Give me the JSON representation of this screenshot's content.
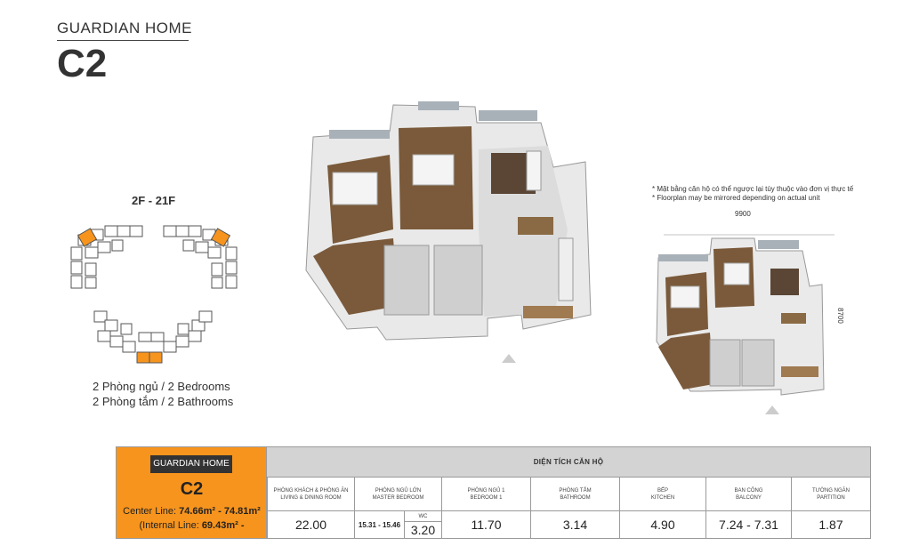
{
  "brand": {
    "name": "GUARDIAN HOME",
    "code": "C2"
  },
  "floors": "2F - 21F",
  "rooms": [
    "2 Phòng ngủ / 2 Bedrooms",
    "2 Phòng tắm / 2 Bathrooms"
  ],
  "notes": [
    "* Mặt bằng căn hộ có thể ngược lại tùy thuộc vào đơn vị thực tế",
    "* Floorplan may be mirrored depending on actual unit"
  ],
  "dimensions": {
    "width": "9900",
    "height": "8700"
  },
  "colors": {
    "accent": "#f7941d",
    "dark": "#333333",
    "header_bg": "#d3d3d3"
  },
  "table": {
    "brand": "GUARDIAN HOME",
    "code": "C2",
    "center_line": {
      "label": "Center Line: ",
      "value": "74.66m² - 74.81m²"
    },
    "internal_line": {
      "label": "(Internal Line: ",
      "value": "69.43m² -"
    },
    "heading": "DIỆN TÍCH CĂN HỘ",
    "columns": [
      {
        "vi": "PHÒNG KHÁCH & PHÒNG ĂN",
        "en": "LIVING & DINING ROOM",
        "value": "22.00"
      },
      {
        "vi": "PHÒNG NGỦ LỚN",
        "en": "MASTER BEDROOM",
        "value": "15.31 - 15.46",
        "sub_label": "WC",
        "sub_value": "3.20"
      },
      {
        "vi": "PHÒNG NGỦ 1",
        "en": "BEDROOM 1",
        "value": "11.70"
      },
      {
        "vi": "PHÒNG TẮM",
        "en": "BATHROOM",
        "value": "3.14"
      },
      {
        "vi": "BẾP",
        "en": "KITCHEN",
        "value": "4.90"
      },
      {
        "vi": "BAN CÔNG",
        "en": "BALCONY",
        "value": "7.24 - 7.31"
      },
      {
        "vi": "TƯỜNG NGĂN",
        "en": "PARTITION",
        "value": "1.87"
      }
    ]
  }
}
